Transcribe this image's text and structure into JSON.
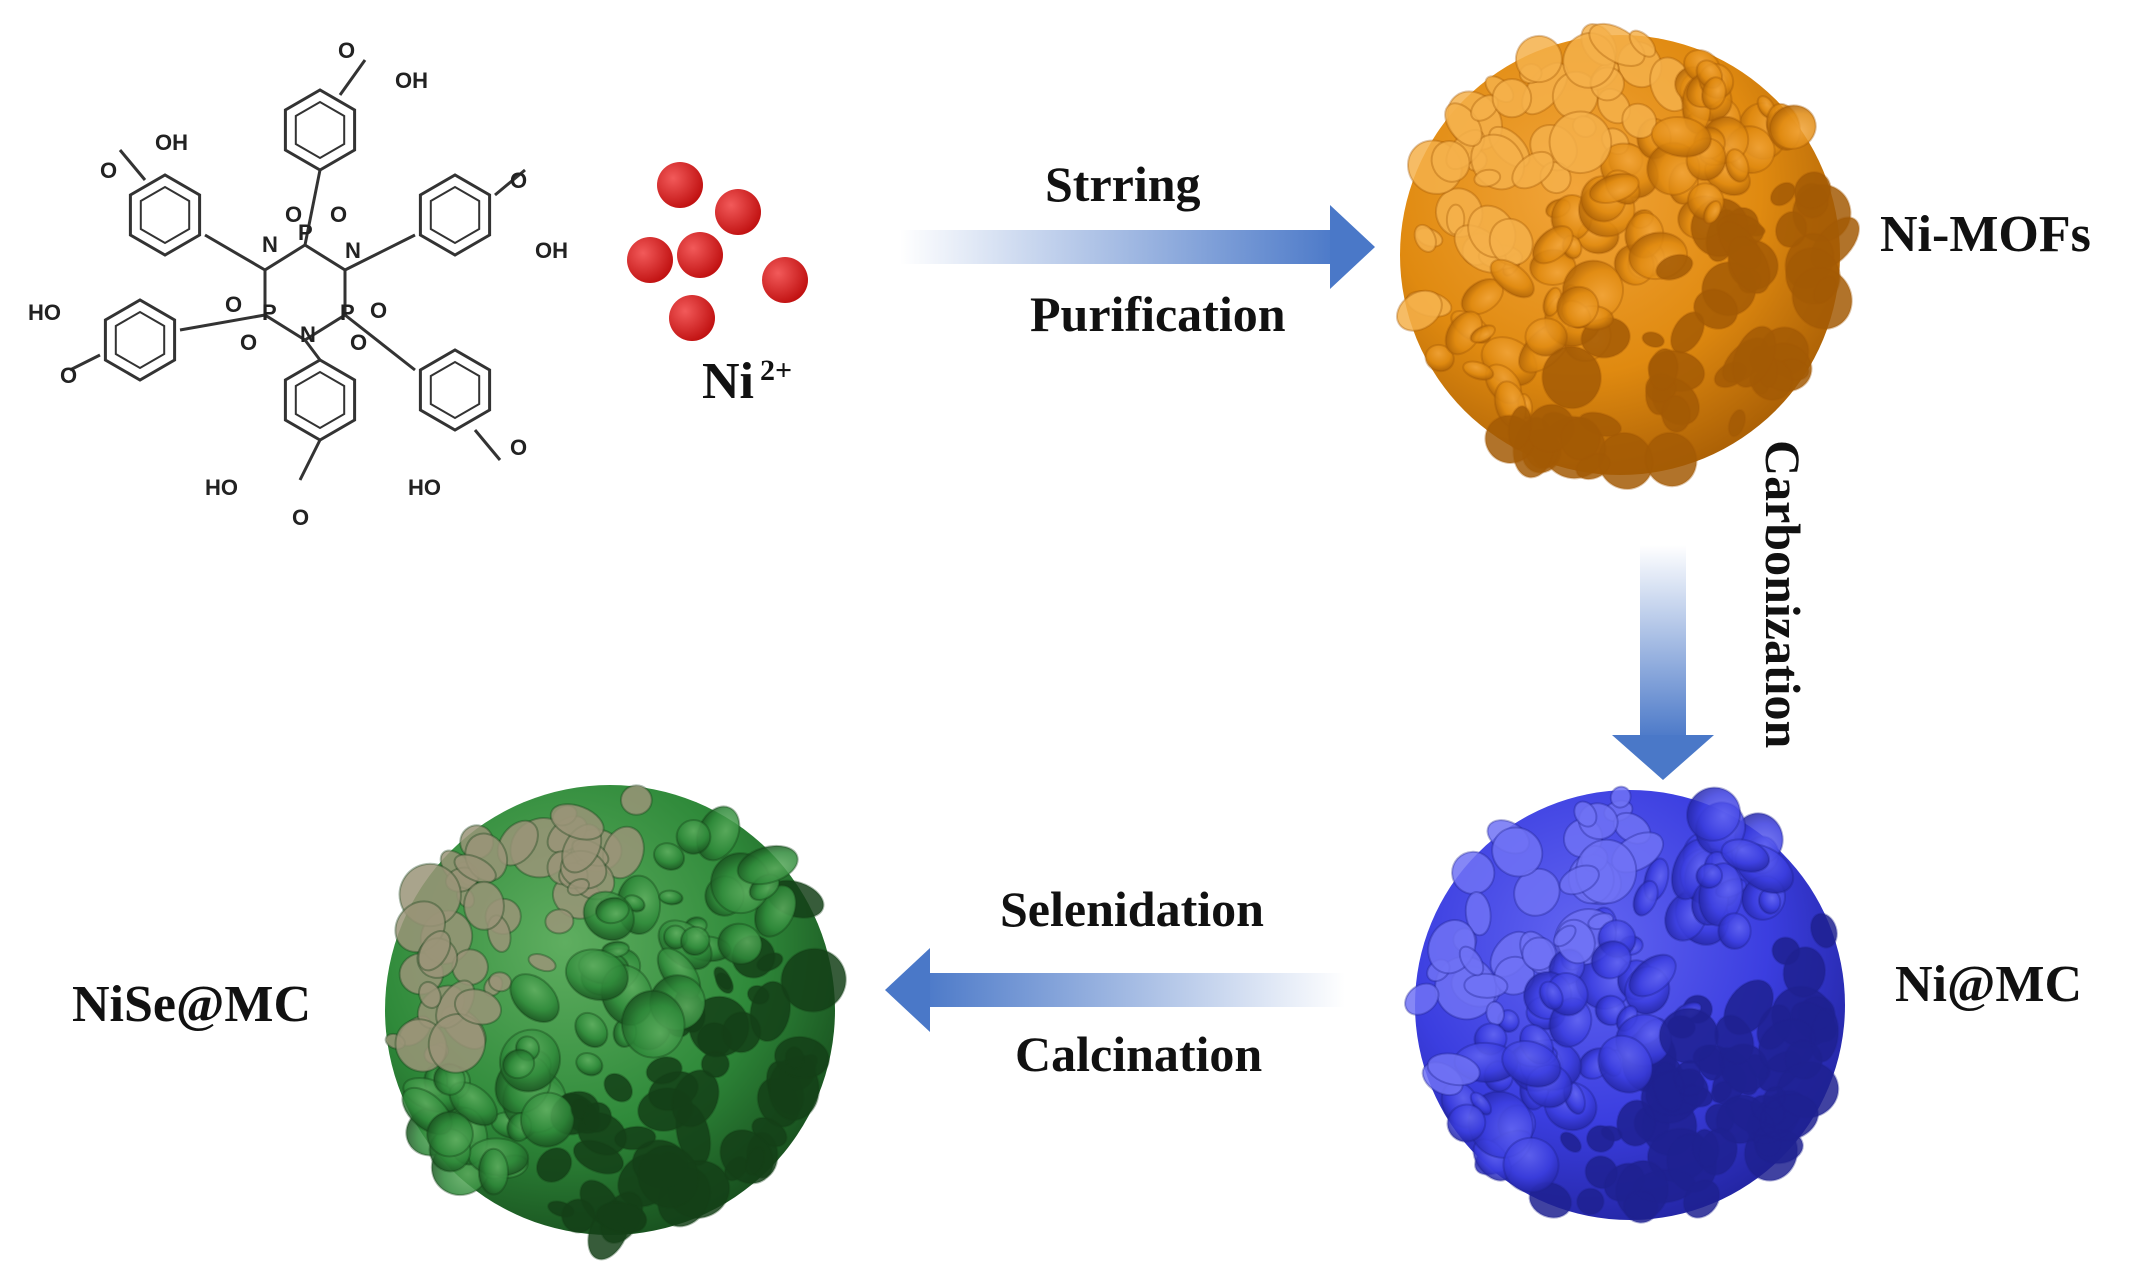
{
  "colors": {
    "mof_orange": "#e08a10",
    "mc_blue": "#3b3ee0",
    "nise_green": "#2f8a3a",
    "ni_red": "#d81c1c",
    "arrow_blue": "#4a78c8"
  },
  "labels": {
    "ni_ion": "Ni",
    "ni_charge": "2+",
    "step1_top": "Strring",
    "step1_bottom": "Purification",
    "ni_mofs": "Ni-MOFs",
    "step2": "Carbonization",
    "ni_mc": "Ni@MC",
    "step3_top": "Selenidation",
    "step3_bottom": "Calcination",
    "nise_mc": "NiSe@MC"
  },
  "chem": {
    "oh": "OH",
    "ho": "HO",
    "o": "O",
    "n": "N",
    "p": "P"
  }
}
